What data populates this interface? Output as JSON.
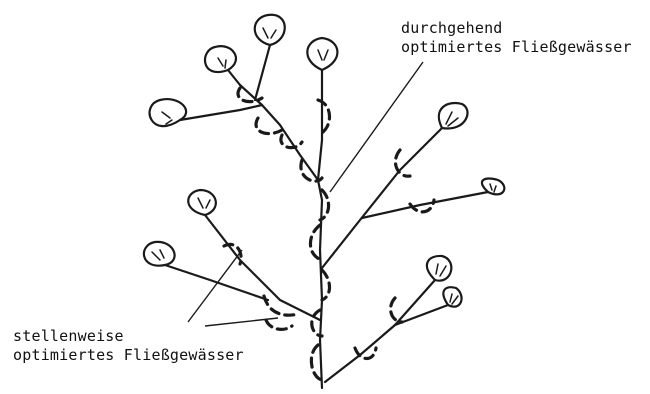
{
  "labels": {
    "continuous_line1": "durchgehend",
    "continuous_line2": "optimiertes Fließgewässer",
    "partial_line1": "stellenweise",
    "partial_line2": "optimiertes Fließgewässer"
  }
}
